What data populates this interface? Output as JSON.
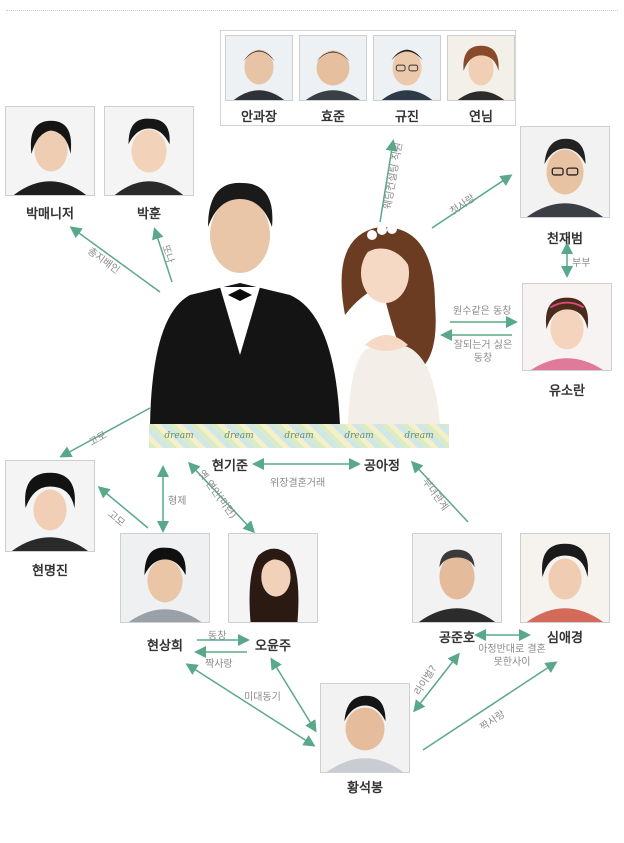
{
  "group": {
    "members": [
      "안과장",
      "효준",
      "규진",
      "연님"
    ]
  },
  "characters": {
    "park_manager": "박매니저",
    "park_hoon": "박훈",
    "cheon_jaebeom": "천재범",
    "yu_soran": "유소란",
    "hyeon_myeongjin": "현명진",
    "hyeon_gijun": "현기준",
    "gong_ajeong": "공아정",
    "hyeon_sanghui": "현상희",
    "o_yunju": "오윤주",
    "gong_junho": "공준호",
    "sim_aegyeong": "심애경",
    "hwang_seokbong": "황석봉"
  },
  "relations": {
    "hire": "총지배인",
    "manager_link": "또나",
    "group_link": "웨딩컨설팅 직원",
    "first_love": "첫사랑",
    "couple": "부부",
    "rival_classmate": "원수같은 동창",
    "jealous_classmate": "잘되는거 싫은 동창",
    "aunt": "고모",
    "aunt2": "고모",
    "brother": "형제",
    "ex_lover": "옛 연인(미련)",
    "fake_marriage": "위장결혼거래",
    "father_daughter": "부녀관계",
    "classmate": "동창",
    "crush": "짝사랑",
    "spouse_match": "아정반대로 결혼못한사이",
    "rival": "라이벌?",
    "bachelor": "미대동기",
    "crush2": "짝사랑"
  },
  "banner": {
    "words": [
      "dream",
      "dream",
      "dream",
      "dream",
      "dream"
    ]
  },
  "colors": {
    "arrow": "#5aa88a",
    "label": "#8a8a8a"
  }
}
